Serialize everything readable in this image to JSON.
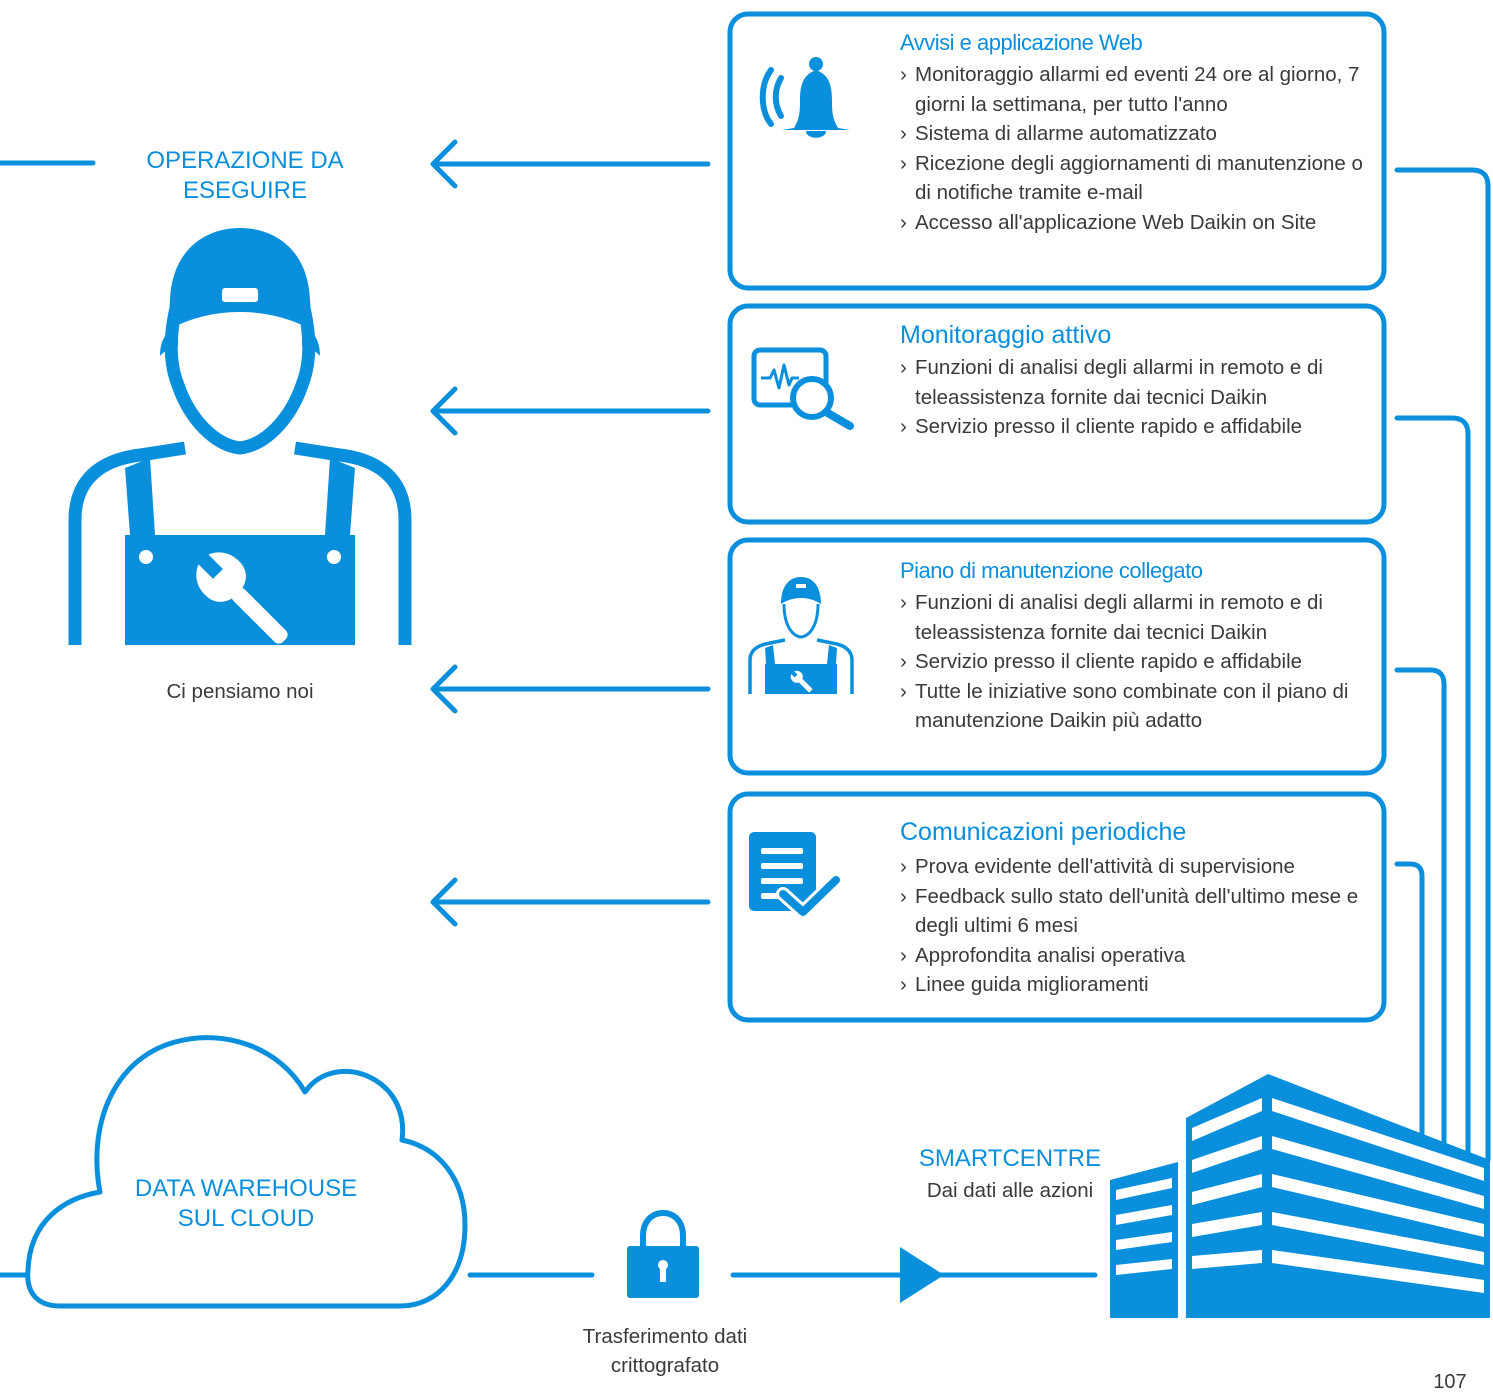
{
  "colors": {
    "accent": "#0a8fdc",
    "text": "#3a3a3a",
    "background": "#ffffff"
  },
  "left": {
    "operation_label_line1": "OPERAZIONE DA",
    "operation_label_line2": "ESEGUIRE",
    "technician_caption": "Ci pensiamo noi"
  },
  "boxes": [
    {
      "icon": "bell-icon",
      "title": "Avvisi e applicazione Web",
      "bullets": [
        "Monitoraggio allarmi ed eventi 24 ore al giorno, 7 giorni la settimana, per tutto l'anno",
        "Sistema di allarme automatizzato",
        "Ricezione degli aggiornamenti di manutenzione o di notifiche tramite e-mail",
        "Accesso all'applicazione Web Daikin on Site"
      ]
    },
    {
      "icon": "monitor-magnifier-icon",
      "title": "Monitoraggio attivo",
      "bullets": [
        "Funzioni di analisi degli allarmi in remoto e di teleassistenza fornite dai tecnici Daikin",
        "Servizio presso il cliente rapido e affidabile"
      ]
    },
    {
      "icon": "technician-icon",
      "title": "Piano di manutenzione collegato",
      "bullets": [
        "Funzioni di analisi degli allarmi in remoto e di teleassistenza fornite dai tecnici Daikin",
        "Servizio presso il cliente rapido e affidabile",
        "Tutte le iniziative sono combinate con il piano di manutenzione Daikin più adatto"
      ]
    },
    {
      "icon": "document-check-icon",
      "title": "Comunicazioni periodiche",
      "bullets": [
        "Prova evidente dell'attività di supervisione",
        "Feedback sullo stato dell'unità dell'ultimo mese e degli ultimi 6 mesi",
        "Approfondita analisi operativa",
        "Linee guida miglioramenti"
      ]
    }
  ],
  "cloud": {
    "line1": "DATA WAREHOUSE",
    "line2": "SUL CLOUD"
  },
  "transfer": {
    "line1": "Trasferimento dati",
    "line2": "crittografato"
  },
  "smartcentre": {
    "title": "SMARTCENTRE",
    "subtitle": "Dai dati alle azioni"
  },
  "page_number": "107"
}
